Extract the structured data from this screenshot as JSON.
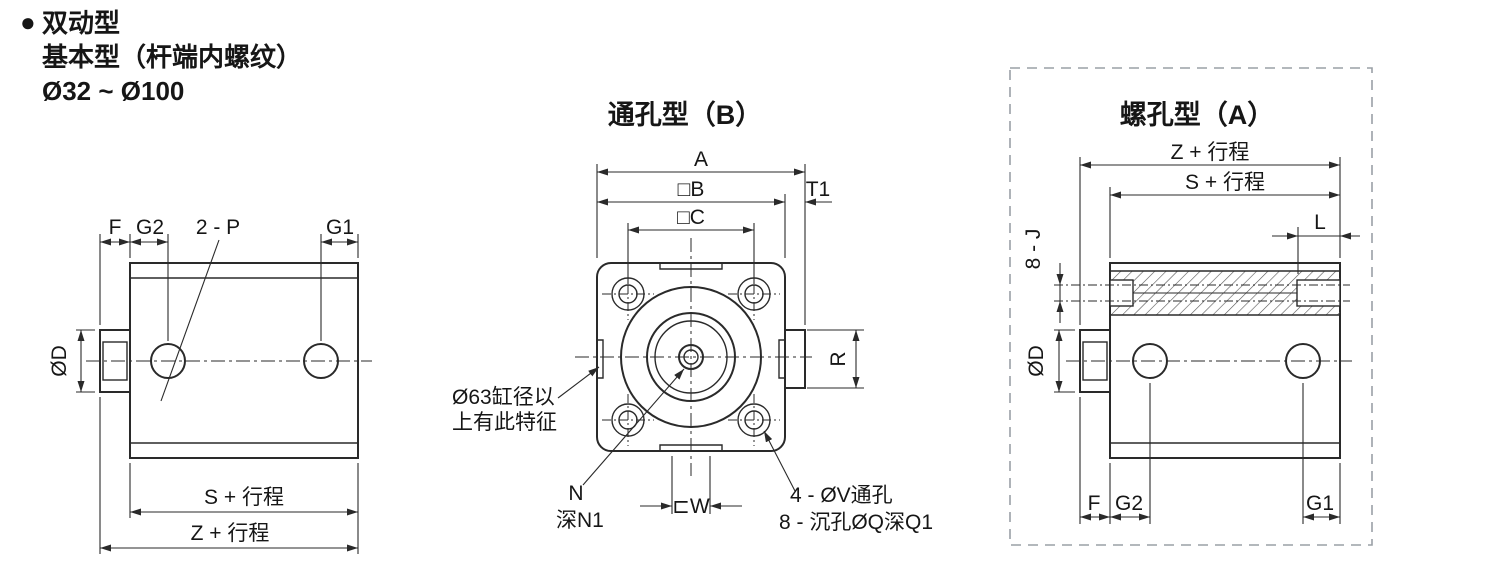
{
  "header": {
    "bullet": "●",
    "line1": "双动型",
    "line2": "基本型（杆端内螺纹）",
    "line3": "Ø32 ~ Ø100"
  },
  "side": {
    "dim_f": "F",
    "dim_g2": "G2",
    "dim_p": "2 - P",
    "dim_g1": "G1",
    "dim_od": "ØD",
    "dim_s_stroke": "S + 行程",
    "dim_z_stroke": "Z + 行程"
  },
  "through": {
    "title": "通孔型（B）",
    "dim_a": "A",
    "dim_b": "□B",
    "dim_c": "□C",
    "dim_t1": "T1",
    "dim_r": "R",
    "dim_w": "⊏W",
    "dim_n": "N",
    "dim_n1": "深N1",
    "note_line1": "Ø63缸径以",
    "note_line2": "上有此特征",
    "holes_line1": "4 - ØV通孔",
    "holes_line2": "8 - 沉孔ØQ深Q1"
  },
  "threaded": {
    "title": "螺孔型（A）",
    "dim_z_stroke": "Z + 行程",
    "dim_s_stroke": "S + 行程",
    "dim_j": "8 - J",
    "dim_l": "L",
    "dim_od": "ØD",
    "dim_f": "F",
    "dim_g2": "G2",
    "dim_g1": "G1"
  }
}
